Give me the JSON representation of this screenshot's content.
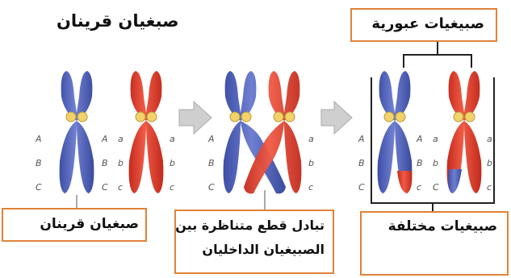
{
  "title": "صبغيان قرينان",
  "labels": {
    "homologous": "صبغيان قرينان",
    "crossover_line1": "تبادل قطع متناظرة بين",
    "crossover_line2": "الصبيغيان الداخليان",
    "crossed_chromatids": "صبيغيات عبورية",
    "recombinant_chromatids": "صبيغيات مختلفة"
  },
  "gene_letters": {
    "blue": [
      "A",
      "B",
      "C"
    ],
    "red": [
      "a",
      "b",
      "c"
    ]
  },
  "colors": {
    "blue": "#5563b8",
    "red": "#e0392b",
    "centromere": "#f2d36b",
    "arrow": "#c8c8c8",
    "box_border": "#e0823a"
  }
}
